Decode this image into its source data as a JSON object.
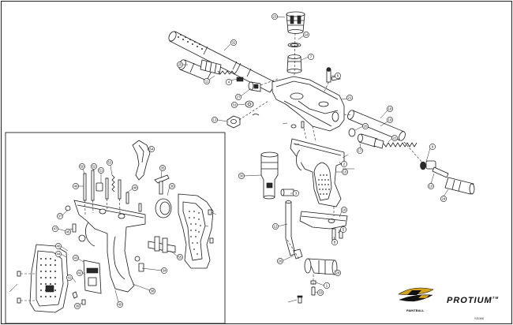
{
  "brand": {
    "logo_text": "PAINTBALL",
    "product_name": "PROTIUM",
    "trademark": "TM",
    "diagram_code": "SS066"
  },
  "colors": {
    "line": "#1a1a1a",
    "logo_gold": "#d4a21c",
    "background": "#ffffff"
  },
  "callouts": [
    {
      "id": "top-23",
      "label": "23"
    },
    {
      "id": "top-14",
      "label": "14"
    },
    {
      "id": "top-7",
      "label": "7"
    },
    {
      "id": "top-32",
      "label": "32"
    },
    {
      "id": "top-25",
      "label": "25"
    },
    {
      "id": "top-11",
      "label": "11"
    },
    {
      "id": "top-4",
      "label": "4"
    },
    {
      "id": "top-27",
      "label": "27"
    },
    {
      "id": "top-31",
      "label": "31"
    },
    {
      "id": "top-13",
      "label": "13"
    },
    {
      "id": "top-6",
      "label": "6"
    },
    {
      "id": "top-18",
      "label": "18"
    },
    {
      "id": "top-19",
      "label": "19"
    },
    {
      "id": "top-20",
      "label": "20"
    },
    {
      "id": "top-21",
      "label": "21"
    },
    {
      "id": "top-17",
      "label": "17"
    },
    {
      "id": "top-22",
      "label": "22"
    },
    {
      "id": "top-9",
      "label": "9"
    },
    {
      "id": "top-10",
      "label": "10"
    },
    {
      "id": "top-24",
      "label": "24"
    },
    {
      "id": "top-30",
      "label": "30"
    },
    {
      "id": "top-2",
      "label": "2"
    },
    {
      "id": "top-15",
      "label": "15"
    },
    {
      "id": "top-16",
      "label": "16"
    },
    {
      "id": "top-12",
      "label": "12"
    },
    {
      "id": "top-3",
      "label": "3"
    },
    {
      "id": "top-5",
      "label": "5"
    },
    {
      "id": "top-8",
      "label": "8"
    },
    {
      "id": "top-28",
      "label": "28"
    },
    {
      "id": "top-26",
      "label": "26"
    },
    {
      "id": "top-1",
      "label": "1"
    },
    {
      "id": "top-33",
      "label": "33"
    },
    {
      "id": "inset-54",
      "label": "54"
    },
    {
      "id": "inset-53",
      "label": "53"
    },
    {
      "id": "inset-52",
      "label": "52"
    },
    {
      "id": "inset-51",
      "label": "51"
    },
    {
      "id": "inset-50",
      "label": "50"
    },
    {
      "id": "inset-49",
      "label": "49"
    },
    {
      "id": "inset-48",
      "label": "48"
    },
    {
      "id": "inset-35",
      "label": "35"
    },
    {
      "id": "inset-36",
      "label": "36"
    },
    {
      "id": "inset-37",
      "label": "37"
    },
    {
      "id": "inset-47",
      "label": "47"
    },
    {
      "id": "inset-45",
      "label": "45"
    },
    {
      "id": "inset-46",
      "label": "46"
    },
    {
      "id": "inset-44",
      "label": "44"
    },
    {
      "id": "inset-43",
      "label": "43"
    },
    {
      "id": "inset-42",
      "label": "42"
    },
    {
      "id": "inset-41",
      "label": "41"
    },
    {
      "id": "inset-40",
      "label": "40"
    },
    {
      "id": "inset-39",
      "label": "39"
    },
    {
      "id": "inset-38",
      "label": "38"
    },
    {
      "id": "inset-34",
      "label": "34"
    },
    {
      "id": "inset-55",
      "label": "55"
    }
  ]
}
